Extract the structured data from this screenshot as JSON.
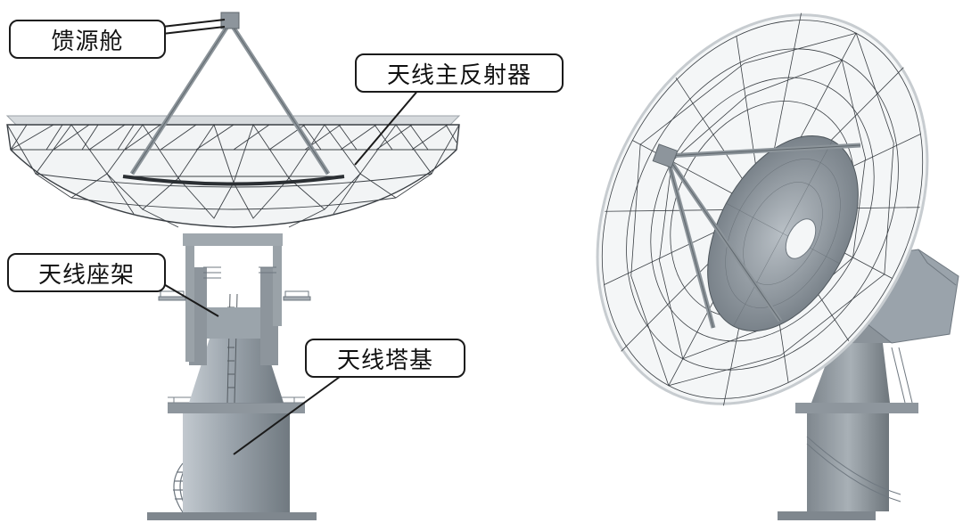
{
  "callouts": {
    "feed_cabin": "馈源舱",
    "main_reflector": "天线主反射器",
    "mount": "天线座架",
    "tower_base": "天线塔基"
  },
  "colors": {
    "steel": "#9aa3ab",
    "steel_dark": "#6f7880",
    "steel_light": "#c5ccd2",
    "lattice": "#3a3f44",
    "panel": "#d9dde0"
  }
}
